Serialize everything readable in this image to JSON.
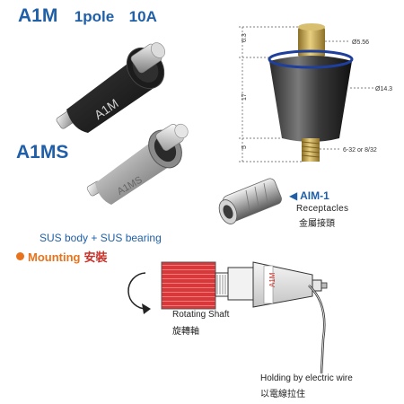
{
  "heading": {
    "model": "A1M",
    "poles": "1pole",
    "current": "10A"
  },
  "variant_label": "A1MS",
  "body_engraving": "A1M",
  "body_engraving_s": "A1MS",
  "drawing": {
    "dim_top": "6.3",
    "dim_mid": "17",
    "dim_bottom": "5",
    "dim_shaft_dia": "Ø5.56",
    "dim_body_dia": "Ø14.3",
    "dim_thread": "6-32 or 8/32"
  },
  "receptacle": {
    "code": "AIM-1",
    "label_en": "Receptacles",
    "label_cjk": "金屬接頭"
  },
  "sus_note": "SUS body + SUS bearing",
  "mounting": {
    "title": "Mounting",
    "title_cjk": "安裝"
  },
  "diagram": {
    "rotating_shaft_en": "Rotating Shaft",
    "rotating_shaft_cjk": "旋轉軸",
    "holding_en": "Holding by electric wire",
    "holding_cjk": "以電線拉住",
    "device_brand": "A1M"
  },
  "colors": {
    "title_blue": "#1f5fa8",
    "mounting_orange": "#e8731c",
    "shaft_red": "#d9383a",
    "body_dark": "#2a2a2a",
    "brass": "#c9a94a"
  }
}
